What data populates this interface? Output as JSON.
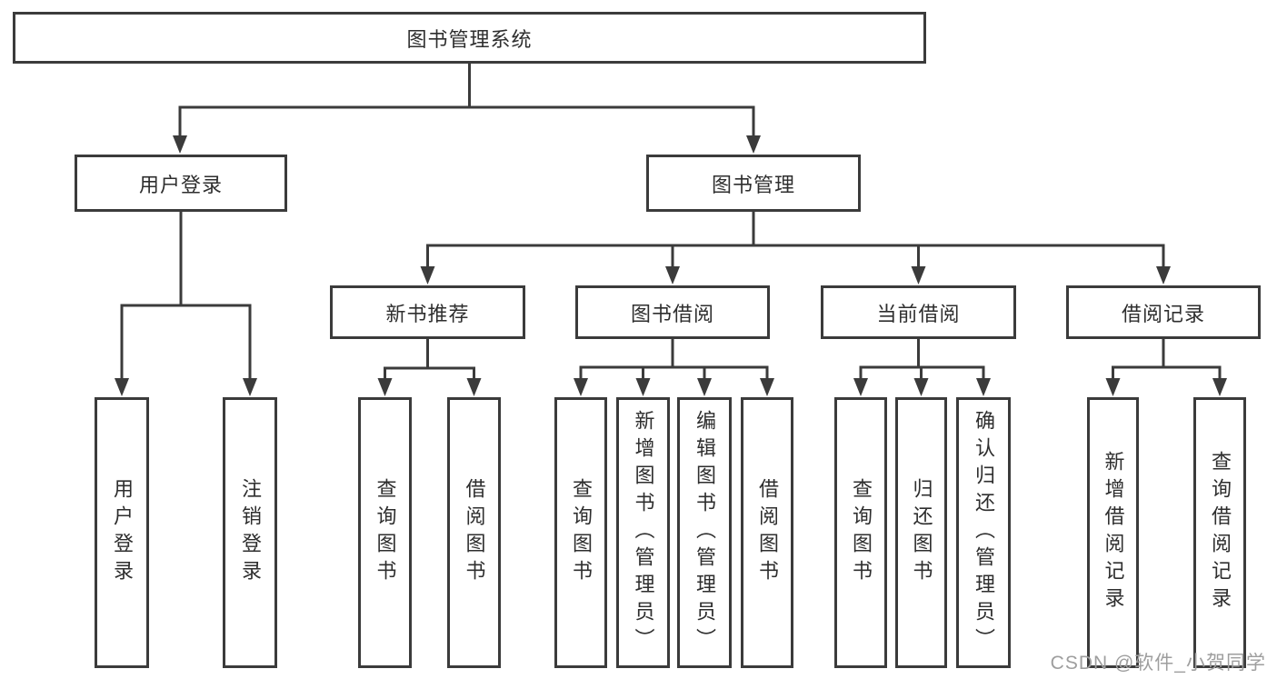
{
  "diagram_title": "图书管理系统",
  "tree": {
    "root": {
      "label": "图书管理系统"
    },
    "branches": [
      {
        "label": "用户登录",
        "children": [
          {
            "label": "用户登录"
          },
          {
            "label": "注销登录"
          }
        ]
      },
      {
        "label": "图书管理",
        "children": [
          {
            "label": "新书推荐",
            "children": [
              {
                "label": "查询图书"
              },
              {
                "label": "借阅图书"
              }
            ]
          },
          {
            "label": "图书借阅",
            "children": [
              {
                "label": "查询图书"
              },
              {
                "label": "新增图书（管理员）"
              },
              {
                "label": "编辑图书（管理员）"
              },
              {
                "label": "借阅图书"
              }
            ]
          },
          {
            "label": "当前借阅",
            "children": [
              {
                "label": "查询图书"
              },
              {
                "label": "归还图书"
              },
              {
                "label": "确认归还（管理员）"
              }
            ]
          },
          {
            "label": "借阅记录",
            "children": [
              {
                "label": "新增借阅记录"
              },
              {
                "label": "查询借阅记录"
              }
            ]
          }
        ]
      }
    ]
  },
  "watermark": {
    "text": "CSDN @软件_小贺同学"
  },
  "colors": {
    "line": "#3b3b3b",
    "box_border": "#3b3b3b",
    "box_fill": "#ffffff",
    "text": "#2e2e2e",
    "watermark": "#9e9e9e",
    "background": "#ffffff"
  }
}
